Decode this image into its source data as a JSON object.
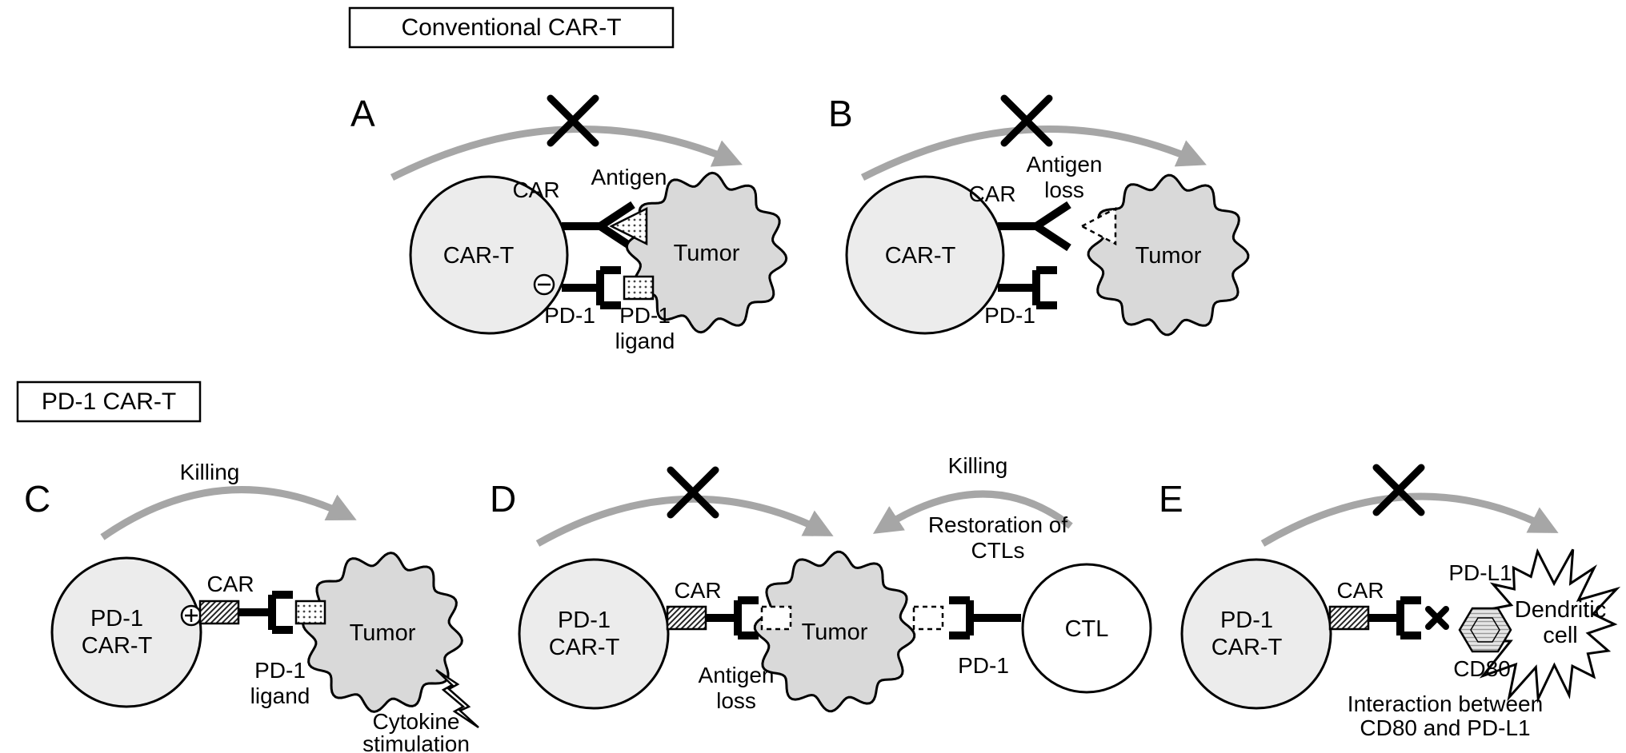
{
  "titles": {
    "conventional": "Conventional CAR-T",
    "pd1": "PD-1 CAR-T"
  },
  "panelA": {
    "letter": "A",
    "cell": "CAR-T",
    "car": "CAR",
    "antigen": "Antigen",
    "tumor": "Tumor",
    "pd1": "PD-1",
    "ligand_line1": "PD-1",
    "ligand_line2": "ligand"
  },
  "panelB": {
    "letter": "B",
    "cell": "CAR-T",
    "car": "CAR",
    "loss_line1": "Antigen",
    "loss_line2": "loss",
    "tumor": "Tumor",
    "pd1": "PD-1"
  },
  "panelC": {
    "letter": "C",
    "killing": "Killing",
    "cell_line1": "PD-1",
    "cell_line2": "CAR-T",
    "car": "CAR",
    "ligand_line1": "PD-1",
    "ligand_line2": "ligand",
    "tumor": "Tumor",
    "cytokine_line1": "Cytokine",
    "cytokine_line2": "stimulation"
  },
  "panelD": {
    "letter": "D",
    "killing": "Killing",
    "restoration_line1": "Restoration of",
    "restoration_line2": "CTLs",
    "cell_line1": "PD-1",
    "cell_line2": "CAR-T",
    "car": "CAR",
    "loss_line1": "Antigen",
    "loss_line2": "loss",
    "tumor": "Tumor",
    "pd1": "PD-1",
    "ctl": "CTL"
  },
  "panelE": {
    "letter": "E",
    "cell_line1": "PD-1",
    "cell_line2": "CAR-T",
    "car": "CAR",
    "pdl1": "PD-L1",
    "cd80": "CD80",
    "dendritic_line1": "Dendritic",
    "dendritic_line2": "cell",
    "interaction_line1": "Interaction between",
    "interaction_line2": "CD80 and PD-L1"
  },
  "colors": {
    "cell_fill": "#ececec",
    "tumor_fill": "#d9d9d9",
    "arrow_gray": "#a6a6a6",
    "ink": "#000000"
  }
}
